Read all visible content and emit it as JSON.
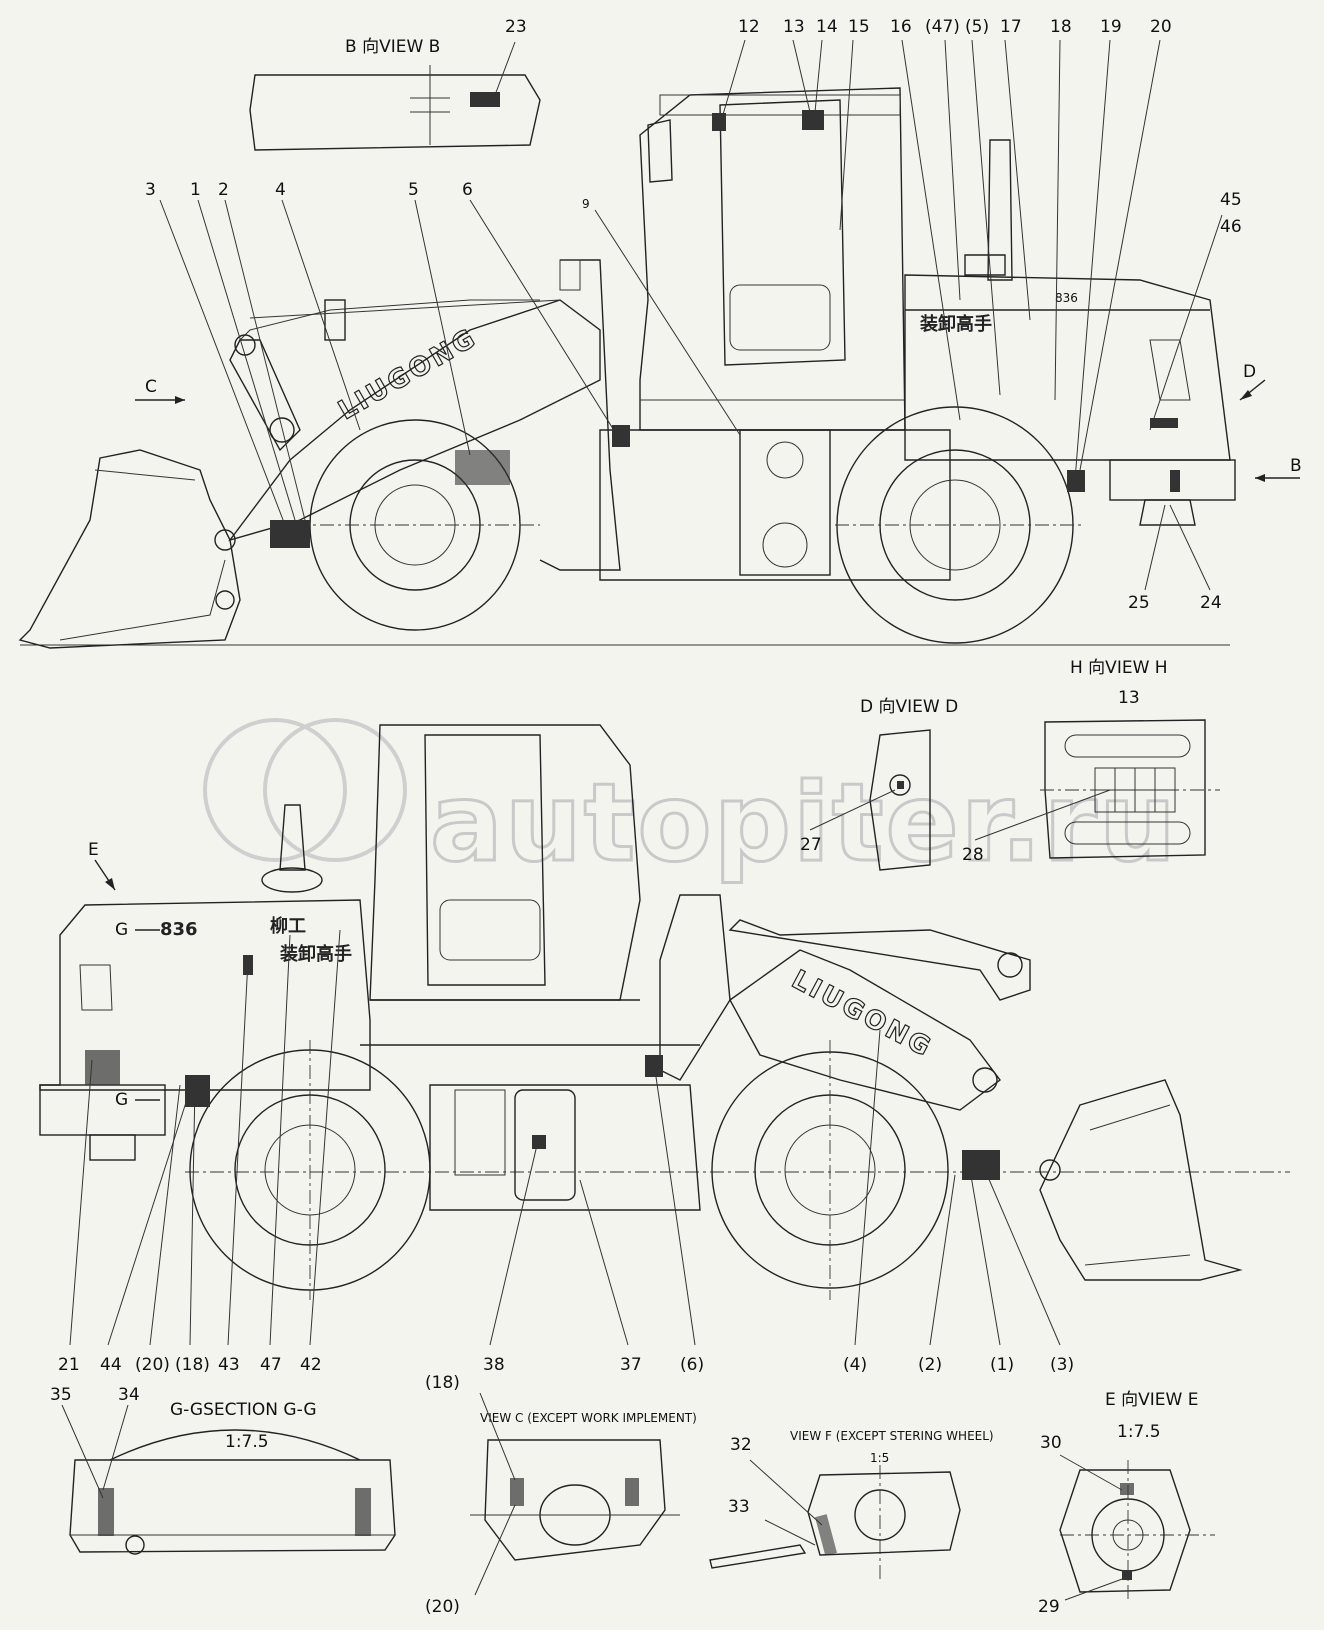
{
  "views": {
    "b": "B 向VIEW B",
    "d": "D 向VIEW D",
    "h": "H 向VIEW H",
    "gg": "G-GSECTION G-G",
    "gg_scale": "1:7.5",
    "c": "VIEW C (EXCEPT WORK IMPLEMENT)",
    "f": "VIEW F (EXCEPT STERING WHEEL)",
    "f_scale": "1:5",
    "e": "E 向VIEW E",
    "e_scale": "1:7.5",
    "h_label": "13"
  },
  "brand": {
    "name": "LIUGONG",
    "model": "836",
    "slogan": "装卸高手",
    "logo": "柳工"
  },
  "watermark": "autopiter.ru",
  "arrows": {
    "C": "C",
    "D": "D",
    "B": "B",
    "E": "E",
    "G": "G"
  },
  "labels": {
    "top": [
      "23",
      "12",
      "13",
      "14",
      "15",
      "16",
      "(47)",
      "(5)",
      "17",
      "18",
      "19",
      "20",
      "3",
      "1",
      "2",
      "4",
      "5",
      "6",
      "9",
      "45",
      "46",
      "25",
      "24"
    ],
    "mid": [
      "21",
      "44",
      "(20)",
      "(18)",
      "43",
      "47",
      "42",
      "38",
      "37",
      "(6)",
      "(4)",
      "(2)",
      "(1)",
      "(3)",
      "27",
      "28"
    ],
    "bottom": [
      "35",
      "34",
      "(18)",
      "(20)",
      "32",
      "33",
      "30",
      "29"
    ]
  }
}
